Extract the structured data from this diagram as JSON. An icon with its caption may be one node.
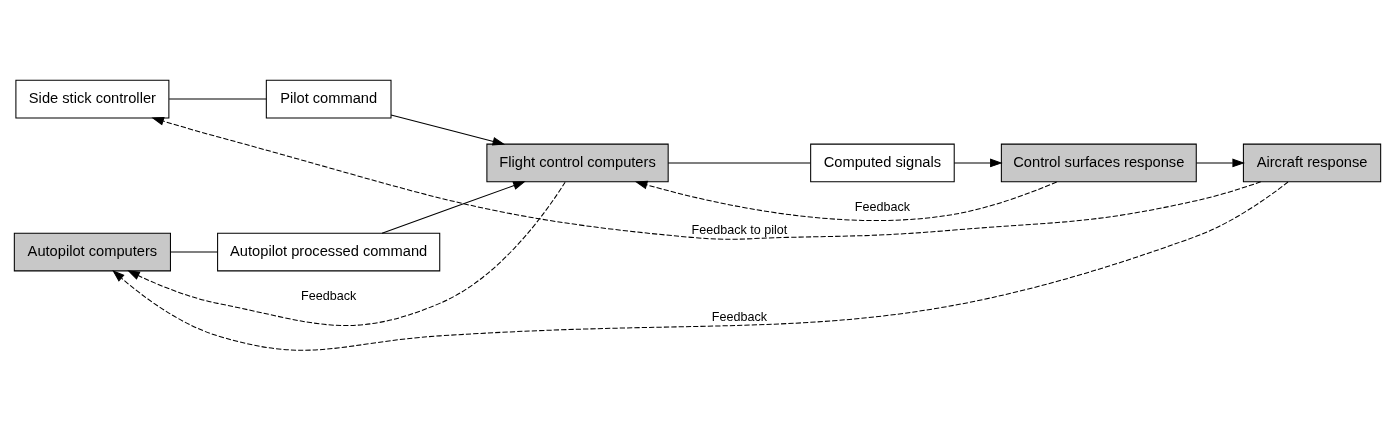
{
  "diagram": {
    "nodes": [
      {
        "text": [
          "Side stick controller"
        ]
      },
      {
        "text": [
          "Pilot command"
        ]
      },
      {
        "text": [
          "Autopilot computers"
        ]
      },
      {
        "text": [
          "Autopilot processed command"
        ]
      },
      {
        "text": [
          "Flight control computers"
        ]
      },
      {
        "text": [
          "Computed signals"
        ]
      },
      {
        "text": [
          "Control surfaces response"
        ]
      },
      {
        "text": [
          "Aircraft response"
        ]
      }
    ],
    "edges": [
      {
        "from": 0,
        "to": 1,
        "arrow": "none"
      },
      {
        "from": 1,
        "to": 4,
        "arrow": "to"
      },
      {
        "from": 2,
        "to": 3,
        "arrow": "none"
      },
      {
        "from": 3,
        "to": 4,
        "arrow": "to"
      },
      {
        "from": 4,
        "to": 5,
        "arrow": "none"
      },
      {
        "from": 5,
        "to": 6,
        "arrow": "to"
      },
      {
        "from": 6,
        "to": 7,
        "arrow": "to"
      },
      {
        "from": 7,
        "to": 0,
        "arrow": "to",
        "style": "dashed",
        "label": "Feedback to pilot"
      },
      {
        "from": 7,
        "to": 2,
        "arrow": "to",
        "style": "dashed",
        "label": "Feedback"
      },
      {
        "from": 4,
        "to": 2,
        "arrow": "to",
        "style": "dashed",
        "label": "Feedback"
      },
      {
        "from": 6,
        "to": 4,
        "arrow": "to",
        "style": "dashed",
        "label": "Feedback"
      }
    ]
  }
}
